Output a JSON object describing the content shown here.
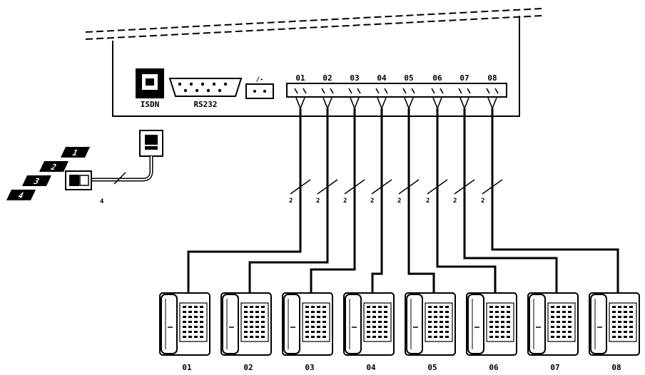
{
  "device": {
    "ports": {
      "isdn_label": "ISDN",
      "rs232_label": "RS232",
      "power_label": "∕‑"
    },
    "terminal_labels": [
      "01",
      "02",
      "03",
      "04",
      "05",
      "06",
      "07",
      "08"
    ]
  },
  "cable": {
    "wire_count": "2",
    "adapter_wire_count": "4",
    "adapter_tags": [
      "1",
      "2",
      "3",
      "4"
    ]
  },
  "phones": {
    "labels": [
      "01",
      "02",
      "03",
      "04",
      "05",
      "06",
      "07",
      "08"
    ]
  }
}
